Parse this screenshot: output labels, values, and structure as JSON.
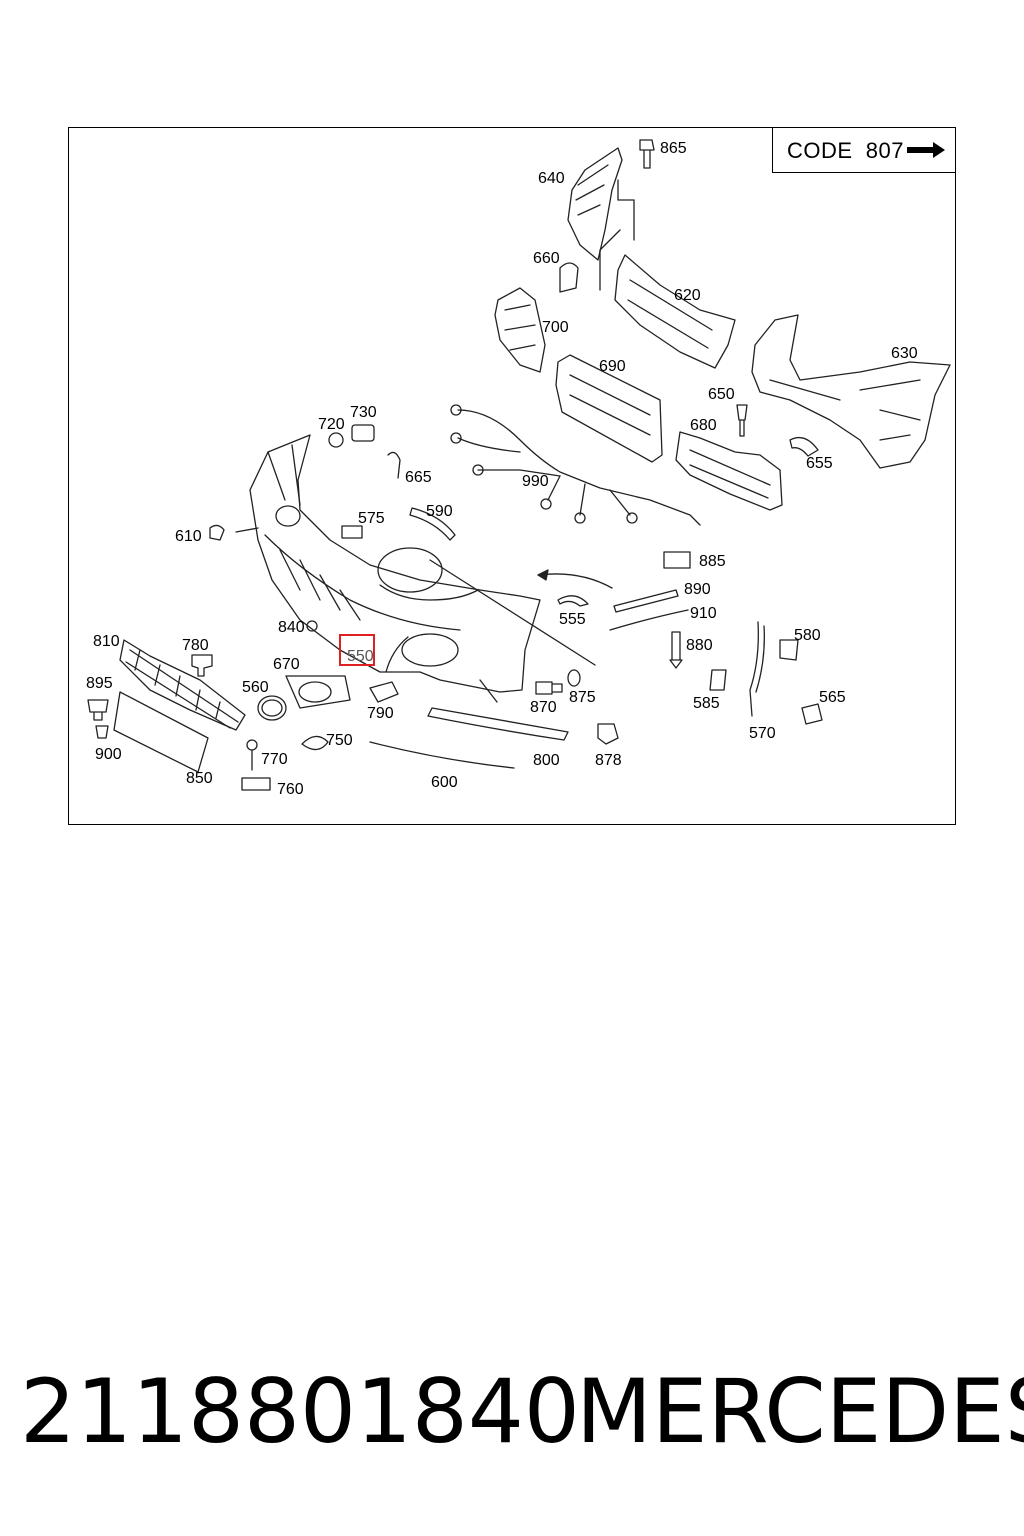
{
  "code_box": {
    "label": "CODE",
    "number": "807",
    "arrow_icon": "right-arrow-icon"
  },
  "highlight": {
    "part": "550",
    "color": "#e02020"
  },
  "parts": [
    "865",
    "640",
    "660",
    "620",
    "700",
    "690",
    "630",
    "650",
    "680",
    "655",
    "720",
    "730",
    "665",
    "990",
    "590",
    "575",
    "610",
    "885",
    "890",
    "555",
    "910",
    "840",
    "550",
    "880",
    "580",
    "810",
    "780",
    "670",
    "895",
    "560",
    "790",
    "870",
    "875",
    "585",
    "565",
    "900",
    "750",
    "770",
    "800",
    "878",
    "570",
    "850",
    "760",
    "600"
  ],
  "footer": {
    "part_number": "2118801840",
    "brand": "MERCEDES"
  }
}
